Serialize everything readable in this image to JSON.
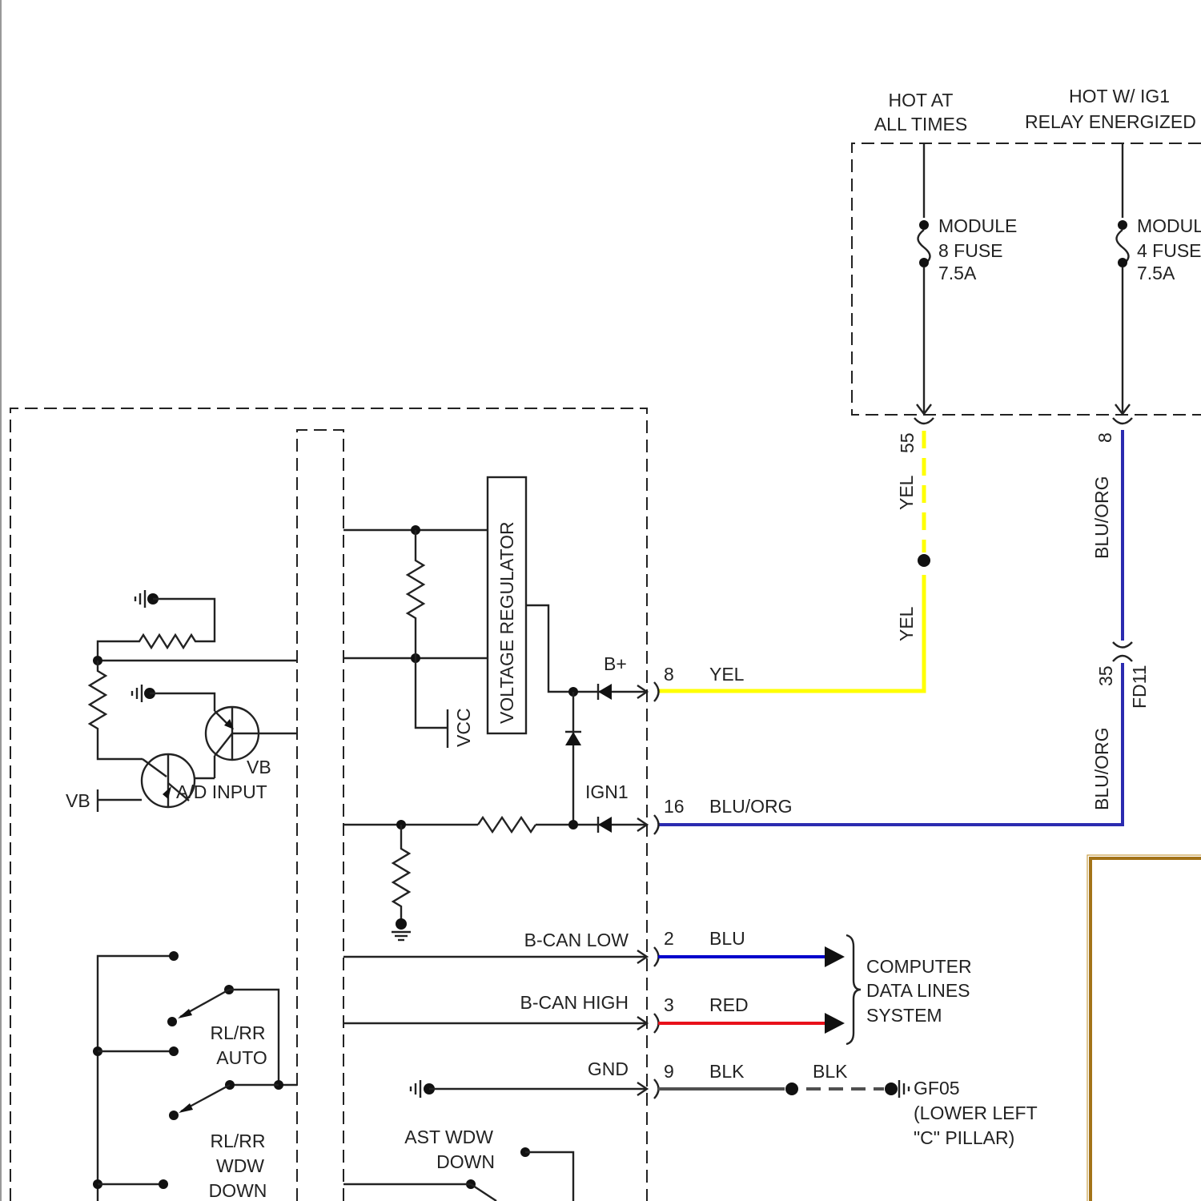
{
  "power": {
    "hot_at_all_times": [
      "HOT AT",
      "ALL TIMES"
    ],
    "hot_w_ig1": [
      "HOT W/ IG1",
      "RELAY ENERGIZED"
    ],
    "fuse_module8": [
      "MODULE",
      "8 FUSE",
      "7.5A"
    ],
    "fuse_module4": [
      "MODULE",
      "4 FUSE",
      "7.5A"
    ]
  },
  "connector_pins": {
    "p55": "55",
    "p8_top": "8",
    "p35": "35",
    "fd11": "FD11"
  },
  "wire_colors": {
    "yel_top": "YEL",
    "yel_mid": "YEL",
    "bluorg_top": "BLU/ORG",
    "bluorg_bottom": "BLU/ORG"
  },
  "module": {
    "voltage_regulator": "VOLTAGE REGULATOR",
    "vcc": "VCC",
    "b_plus": "B+",
    "ign1": "IGN1",
    "vb_1": "VB",
    "vb_2": "VB",
    "ad_input": "A/D INPUT",
    "bcan_low": "B-CAN LOW",
    "bcan_high": "B-CAN HIGH",
    "gnd": "GND",
    "ast_wdw_down": [
      "AST WDW",
      "DOWN"
    ],
    "rl_rr_auto": [
      "RL/RR",
      "AUTO"
    ],
    "rl_rr_wdw_down": [
      "RL/RR",
      "WDW",
      "DOWN"
    ]
  },
  "circuits": [
    {
      "pin": "8",
      "color": "YEL"
    },
    {
      "pin": "16",
      "color": "BLU/ORG"
    },
    {
      "pin": "2",
      "color": "BLU"
    },
    {
      "pin": "3",
      "color": "RED"
    },
    {
      "pin": "9",
      "color": "BLK"
    }
  ],
  "blk_splice_label": "BLK",
  "data_lines": [
    "COMPUTER",
    "DATA LINES",
    "SYSTEM"
  ],
  "ground": [
    "GF05",
    "(LOWER LEFT",
    "\"C\" PILLAR)"
  ],
  "colors": {
    "yel": "#ffff00",
    "blu_org": "#2b2bb0",
    "blu": "#0000cc",
    "red": "#e8101a",
    "blk": "#505050",
    "frame_brown": "#a37318"
  }
}
